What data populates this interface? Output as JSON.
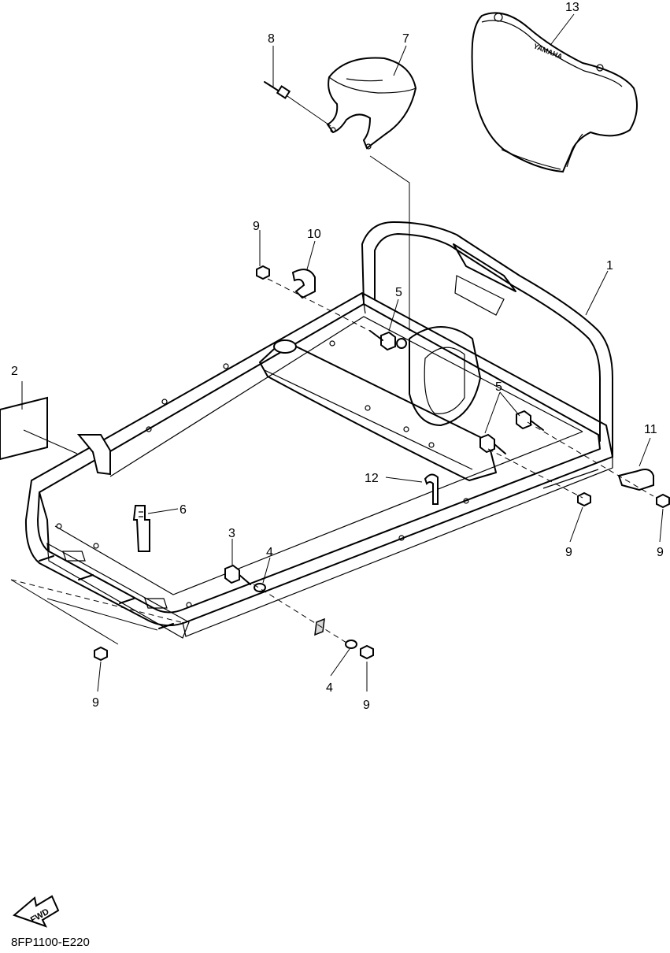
{
  "diagram": {
    "callouts": [
      {
        "id": "c1",
        "text": "1"
      },
      {
        "id": "c2",
        "text": "2"
      },
      {
        "id": "c3",
        "text": "3"
      },
      {
        "id": "c4a",
        "text": "4"
      },
      {
        "id": "c4b",
        "text": "4"
      },
      {
        "id": "c5a",
        "text": "5"
      },
      {
        "id": "c5b",
        "text": "5"
      },
      {
        "id": "c6",
        "text": "6"
      },
      {
        "id": "c7",
        "text": "7"
      },
      {
        "id": "c8",
        "text": "8"
      },
      {
        "id": "c9a",
        "text": "9"
      },
      {
        "id": "c9b",
        "text": "9"
      },
      {
        "id": "c9c",
        "text": "9"
      },
      {
        "id": "c9d",
        "text": "9"
      },
      {
        "id": "c9e",
        "text": "9"
      },
      {
        "id": "c10",
        "text": "10"
      },
      {
        "id": "c11",
        "text": "11"
      },
      {
        "id": "c12",
        "text": "12"
      },
      {
        "id": "c13",
        "text": "13"
      }
    ],
    "fwd_label": "FWD",
    "cover_brand": "YAMAHA",
    "drawing_code": "8FP1100-E220"
  }
}
